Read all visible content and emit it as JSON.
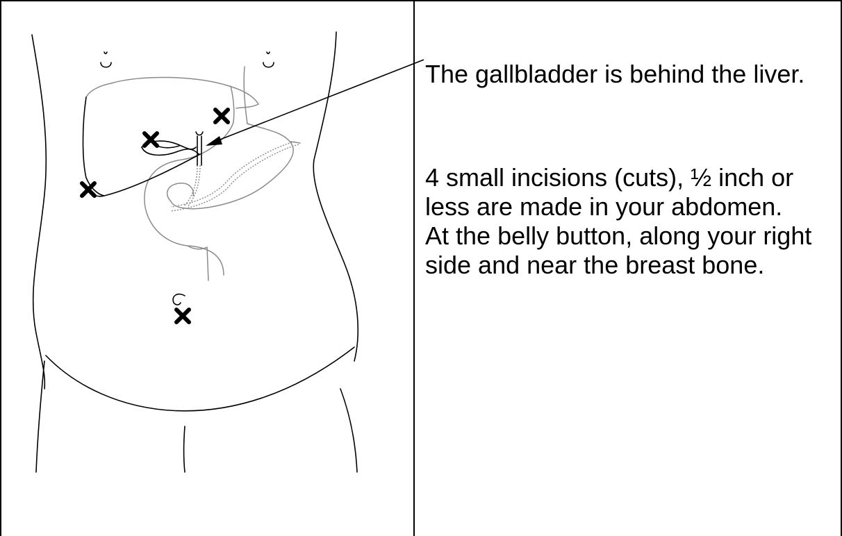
{
  "labels": {
    "gallbladder_note": "The gallbladder is behind the liver.",
    "incision_lines": [
      "4 small incisions (cuts), ½ inch or",
      "less are made in your abdomen.",
      "At the belly button, along your right",
      "side and near the breast bone."
    ]
  },
  "markers": {
    "incision_count": 4,
    "marker_icon": "x-mark-icon",
    "marker_color": "#000000"
  },
  "colors": {
    "outline": "#000000",
    "organ_outline": "#6e6e6e",
    "background": "#ffffff"
  }
}
